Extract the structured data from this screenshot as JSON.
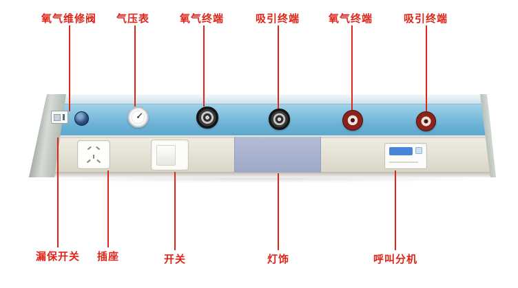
{
  "colors": {
    "callout_red": "#e02418",
    "panel_blue": "#6db2d6",
    "panel_body": "#e6e3d6",
    "endcap_gray": "#c0c6c0",
    "light_panel_blue": "#a8b3cf"
  },
  "callouts": {
    "top": [
      {
        "label": "氧气维修阀"
      },
      {
        "label": "气压表"
      },
      {
        "label": "氧气终端"
      },
      {
        "label": "吸引终端"
      },
      {
        "label": "氧气终端"
      },
      {
        "label": "吸引终端"
      }
    ],
    "bottom": [
      {
        "label": "漏保开关"
      },
      {
        "label": "插座"
      },
      {
        "label": "开关"
      },
      {
        "label": "灯饰"
      },
      {
        "label": "呼叫分机"
      }
    ]
  }
}
